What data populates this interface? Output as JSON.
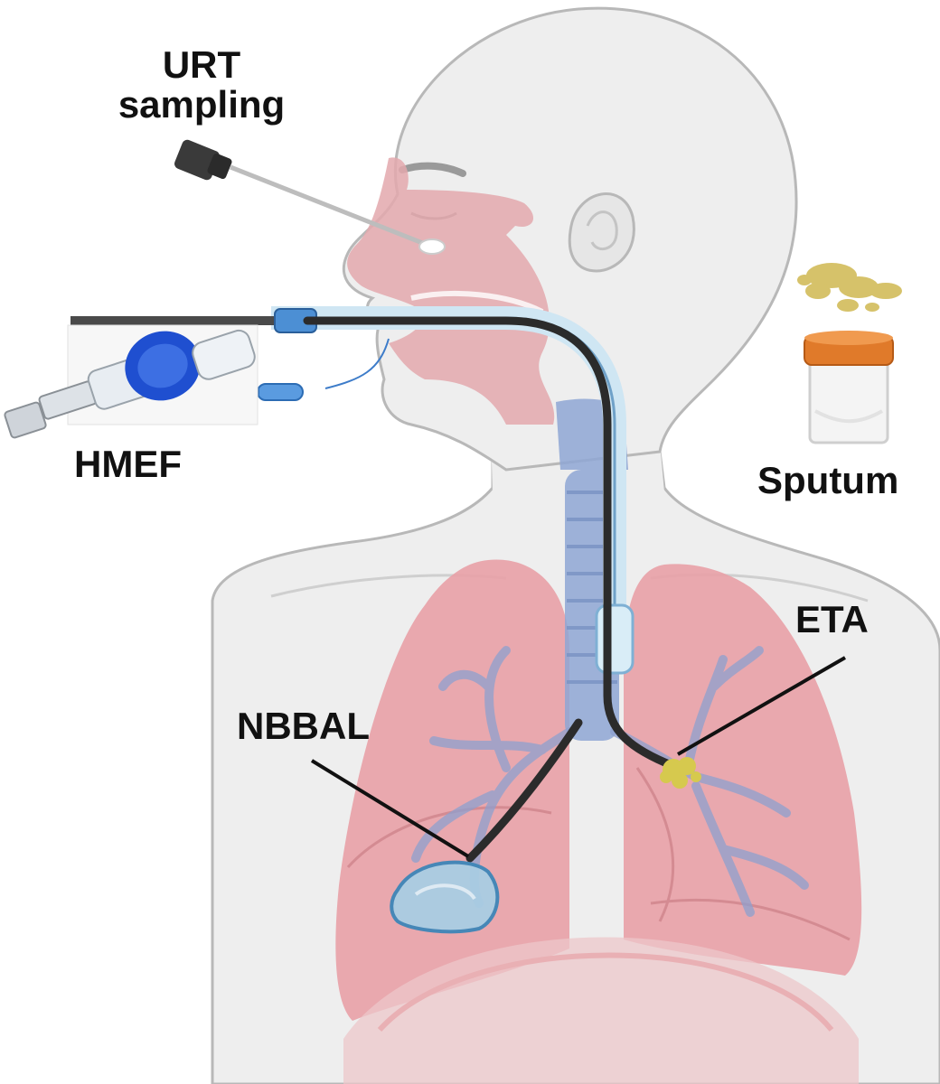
{
  "labels": {
    "urt_line1": "URT",
    "urt_line2": "sampling",
    "hmef": "HMEF",
    "sputum": "Sputum",
    "eta": "ETA",
    "nbbal": "NBBAL"
  },
  "colors": {
    "skin_fill": "#eeeeee",
    "skin_outline": "#b4b4b4",
    "airway_pink": "#e3a8ad",
    "lung_pink": "#e8a0a6",
    "trachea_blue": "#8ea6d3",
    "tube_blue": "#cfe6f3",
    "hmef_blue": "#1f4fd0",
    "sputum_yellow": "#d6c26a",
    "jar_lid": "#e07a2a",
    "catheter": "#2b2b2b",
    "label_text": "#111111"
  }
}
